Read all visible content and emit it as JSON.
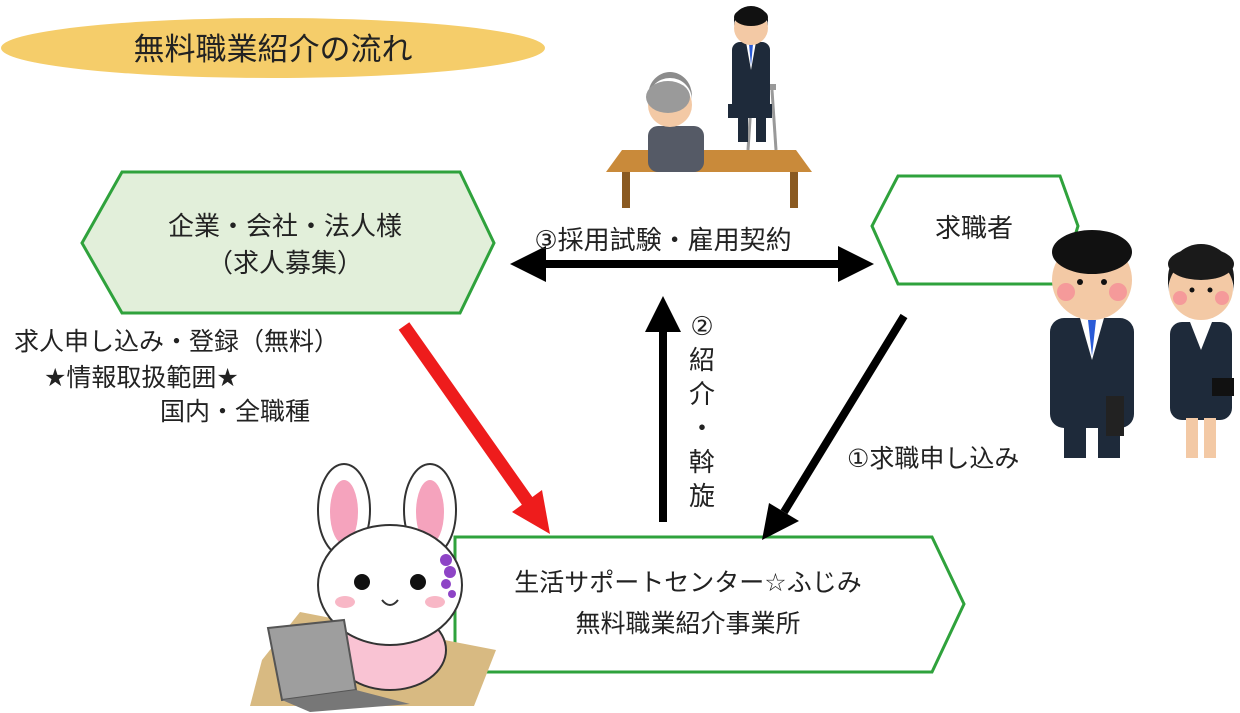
{
  "title": "無料職業紹介の流れ",
  "company_box": {
    "line1": "企業・会社・法人様",
    "line2": "（求人募集）"
  },
  "jobseeker_box": {
    "label": "求職者"
  },
  "office_box": {
    "line1": "生活サポートセンター☆ふじみ",
    "line2": "無料職業紹介事業所"
  },
  "step1_label": "①求職申し込み",
  "step2_label": [
    "②",
    "紹",
    "介",
    "・",
    "斡",
    "旋"
  ],
  "step3_label": "③採用試験・雇用契約",
  "company_note": {
    "line1": "求人申し込み・登録（無料）",
    "line2": "★情報取扱範囲★",
    "line3": "国内・全職種"
  },
  "colors": {
    "title_bg": "#f5cd6a",
    "company_fill": "#e2efda",
    "border_green": "#2fa23c",
    "arrow_red": "#ee1c1c",
    "arrow_black": "#000000"
  }
}
